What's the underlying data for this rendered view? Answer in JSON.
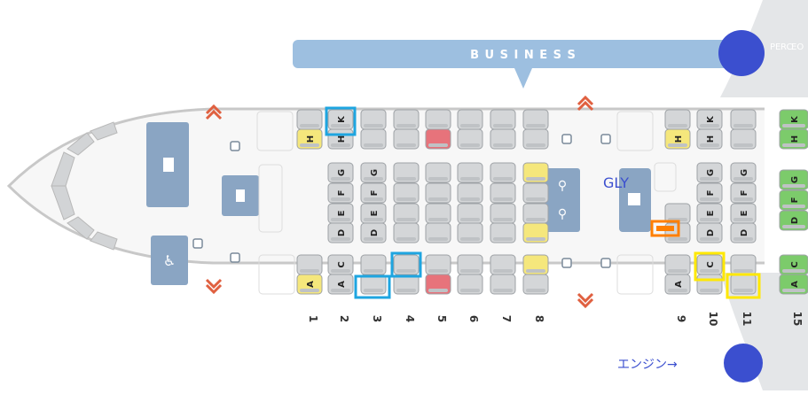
{
  "cabin": {
    "banner_label": "BUSINESS",
    "side_labels": [
      "PE",
      "RC",
      "EO"
    ],
    "galley_label": "GLY",
    "engine_label": "エンジン→"
  },
  "row_numbers": [
    "1",
    "2",
    "3",
    "4",
    "5",
    "6",
    "7",
    "8",
    "9",
    "10",
    "11",
    "15"
  ],
  "colors": {
    "seat_standard": "#d4d6d8",
    "seat_yellow": "#f5e77c",
    "seat_red": "#e7737b",
    "seat_green": "#7ccb6b",
    "facility": "#8aa5c3",
    "banner": "#9dbfe0",
    "exit_arrow": "#e06040",
    "highlight_blue": "#1ea5e0",
    "highlight_yellow": "#ffe800",
    "highlight_orange": "#ff7f00",
    "engine_dot": "#3b4fcf",
    "gly_text": "#3b4fcf"
  },
  "seat_letters": {
    "left_window": [
      "H",
      "K"
    ],
    "center": [
      "G",
      "F",
      "E",
      "D"
    ],
    "right_window": [
      "A",
      "C"
    ]
  }
}
